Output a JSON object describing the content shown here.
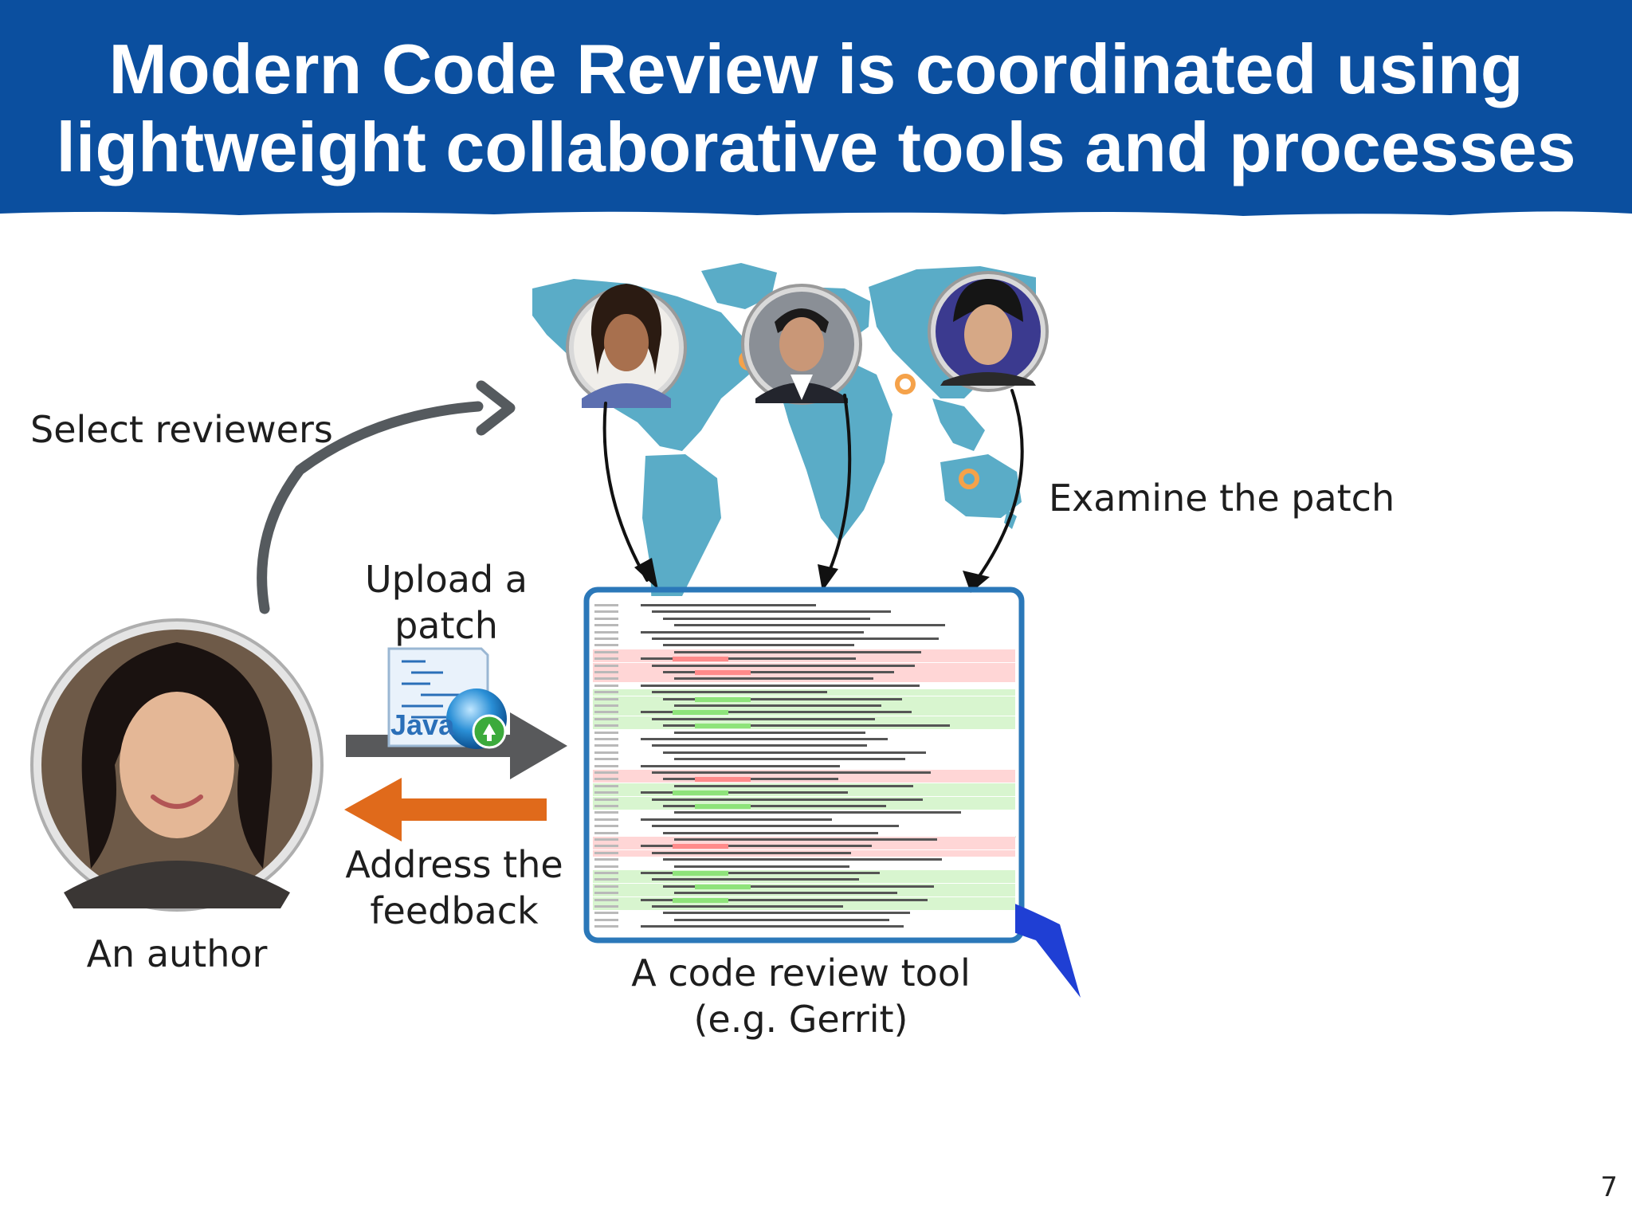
{
  "slide": {
    "title_line1": "Modern Code Review is coordinated using",
    "title_line2": "lightweight collaborative tools and processes",
    "page_number": "7"
  },
  "labels": {
    "select_reviewers": "Select reviewers",
    "examine_patch": "Examine the patch",
    "upload_line1": "Upload a",
    "upload_line2": "patch",
    "address_line1": "Address the",
    "address_line2": "feedback",
    "author": "An author",
    "tool_line1": "A code review tool",
    "tool_line2": "(e.g. Gerrit)"
  },
  "patch_icon": {
    "text": "Java"
  },
  "colors": {
    "header": "#0b4f9f",
    "map": "#5aacc7",
    "upload_arrow": "#58595b",
    "feedback_arrow": "#e06a1b",
    "tool_border": "#2b78b9",
    "map_marker": "#f5a24a"
  }
}
